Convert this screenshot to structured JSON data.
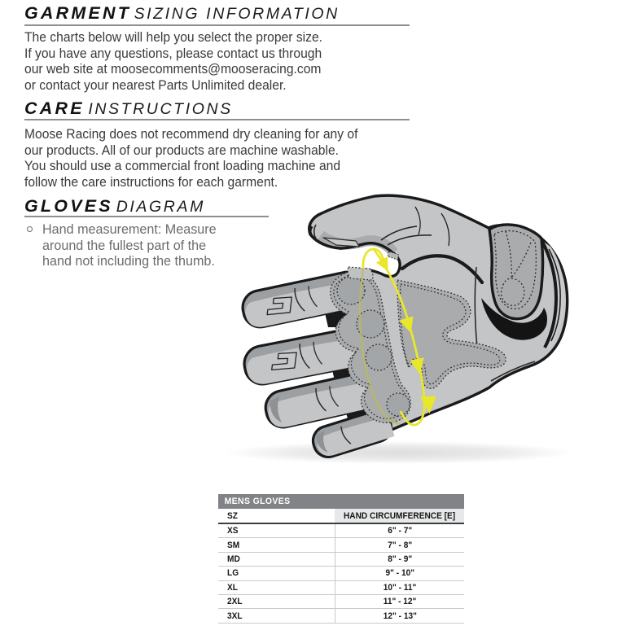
{
  "page": {
    "background": "#ffffff"
  },
  "sections": {
    "garment": {
      "title_strong": "GARMENT",
      "title_rest": "SIZING INFORMATION",
      "body": "The charts below will help you select the proper size.\nIf you have any questions, please contact us through\nour web site at moosecomments@mooseracing.com\nor contact your nearest Parts Unlimited dealer."
    },
    "care": {
      "title_strong": "CARE",
      "title_rest": "INSTRUCTIONS",
      "body": "Moose Racing does not recommend dry cleaning for any of\nour products. All of our products are machine washable.\nYou should use a commercial front loading machine and\nfollow the care instructions for each garment."
    },
    "gloves": {
      "title_strong": "GLOVES",
      "title_rest": "DIAGRAM",
      "bullet": "Hand measurement: Measure\naround the fullest part of the\nhand not including the thumb."
    }
  },
  "diagram": {
    "name": "glove hand-measurement diagram",
    "measure_color": "#e9e72b",
    "glove_light": "#c3c5c7",
    "glove_mid": "#a9abad",
    "glove_dark": "#8f9295",
    "outline": "#1a1a1a"
  },
  "table": {
    "title": "MENS GLOVES",
    "columns": [
      "SZ",
      "HAND CIRCUMFERENCE [E]"
    ],
    "rows": [
      [
        "XS",
        "6\" - 7\""
      ],
      [
        "SM",
        "7\" - 8\""
      ],
      [
        "MD",
        "8\" - 9\""
      ],
      [
        "LG",
        "9\" - 10\""
      ],
      [
        "XL",
        "10\" - 11\""
      ],
      [
        "2XL",
        "11\" - 12\""
      ],
      [
        "3XL",
        "12\" - 13\""
      ]
    ]
  }
}
